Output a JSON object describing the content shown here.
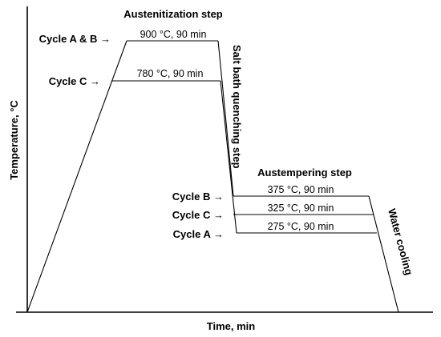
{
  "axes": {
    "xlabel": "Time, min",
    "ylabel": "Temperature, °C"
  },
  "steps": {
    "austenitization": "Austenitization step",
    "quenching": "Salt bath quenching step",
    "austempering": "Austempering step",
    "water_cooling": "Water cooling"
  },
  "austenitization_levels": [
    {
      "cycle_label": "Cycle A & B →",
      "condition": "900 °C, 90 min"
    },
    {
      "cycle_label": "Cycle C →",
      "condition": "780 °C, 90 min"
    }
  ],
  "austempering_levels": [
    {
      "cycle_label": "Cycle B →",
      "condition": "375 °C, 90 min"
    },
    {
      "cycle_label": "Cycle C →",
      "condition": "325 °C, 90 min"
    },
    {
      "cycle_label": "Cycle A →",
      "condition": "275 °C, 90 min"
    }
  ]
}
